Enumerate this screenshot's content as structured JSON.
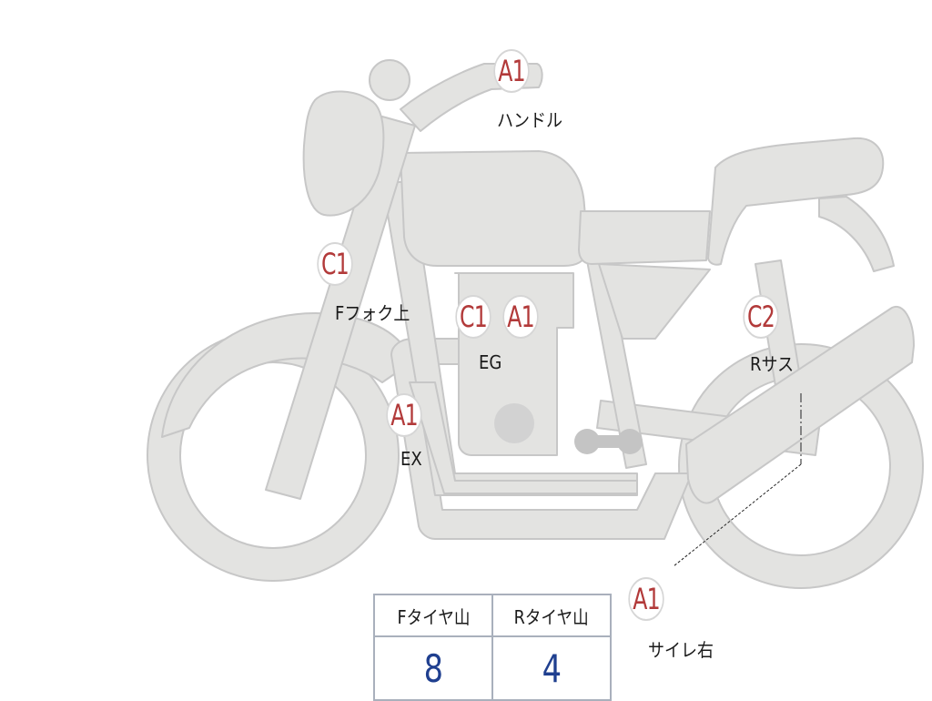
{
  "colors": {
    "body_fill": "#e3e3e1",
    "body_stroke": "#c7c7c7",
    "badge_text": "#b23a3a",
    "value_text": "#1f3f8f",
    "table_border": "#a9b0bc"
  },
  "markers": {
    "handle": {
      "code": "A1",
      "label": "ハンドル"
    },
    "fork": {
      "code": "C1",
      "label": "Fフォク上"
    },
    "engine_c": {
      "code": "C1"
    },
    "engine_a": {
      "code": "A1",
      "label": "EG"
    },
    "exhaust": {
      "code": "A1",
      "label": "EX"
    },
    "rear_suspension": {
      "code": "C2",
      "label": "Rサス"
    },
    "silencer_right": {
      "code": "A1",
      "label": "サイレ右"
    }
  },
  "tire_tread": {
    "front_header": "Fタイヤ山",
    "rear_header": "Rタイヤ山",
    "front_value": "8",
    "rear_value": "4"
  }
}
